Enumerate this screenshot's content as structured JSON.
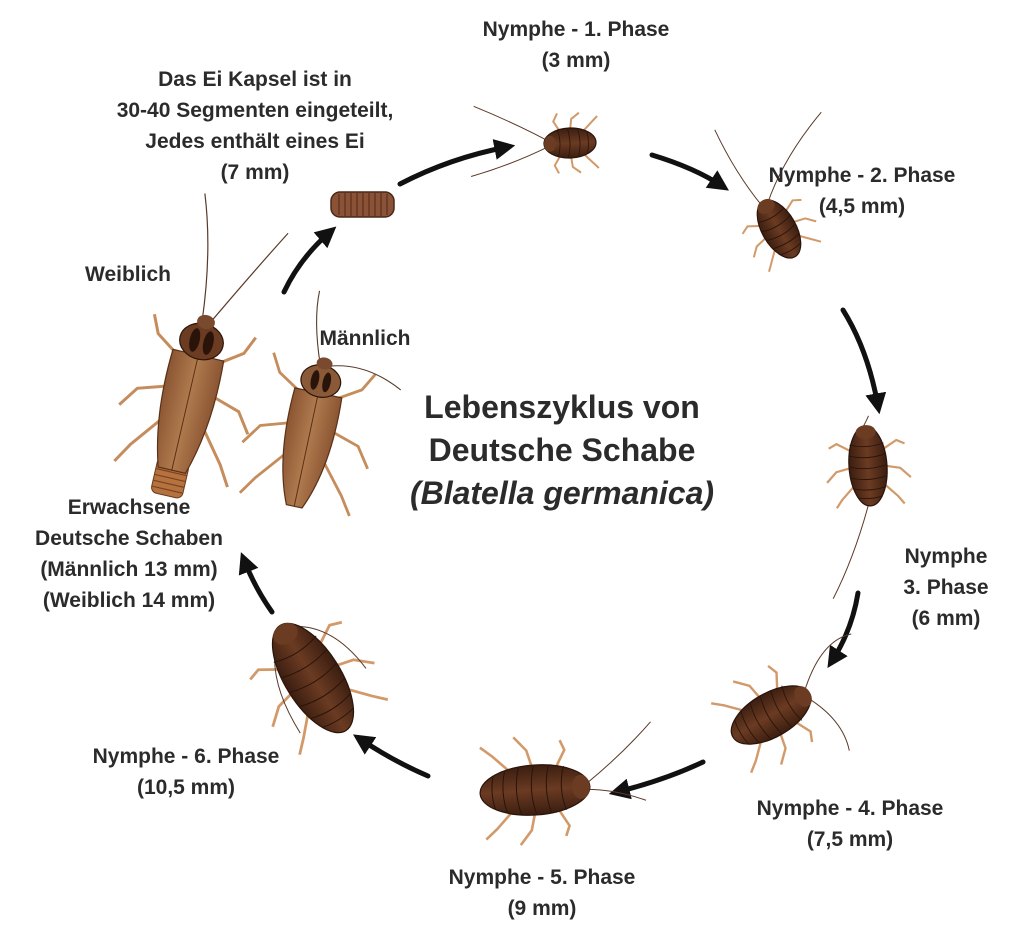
{
  "title": {
    "line1": "Lebenszyklus von",
    "line2": "Deutsche Schabe",
    "scientific": "(Blatella germanica)"
  },
  "stages": {
    "nymph1": {
      "line1": "Nymphe - 1. Phase",
      "line2": "(3 mm)"
    },
    "nymph2": {
      "line1": "Nymphe - 2. Phase",
      "line2": "(4,5 mm)"
    },
    "nymph3": {
      "line1": "Nymphe",
      "line2": "3. Phase",
      "line3": "(6 mm)"
    },
    "nymph4": {
      "line1": "Nymphe - 4. Phase",
      "line2": "(7,5 mm)"
    },
    "nymph5": {
      "line1": "Nymphe - 5. Phase",
      "line2": "(9 mm)"
    },
    "nymph6": {
      "line1": "Nymphe - 6. Phase",
      "line2": "(10,5 mm)"
    },
    "egg": {
      "line1": "Das Ei Kapsel ist in",
      "line2": "30-40 Segmenten eingeteilt,",
      "line3": "Jedes enthält eines Ei",
      "line4": "(7 mm)"
    },
    "adults": {
      "line1": "Erwachsene",
      "line2": "Deutsche Schaben",
      "line3": "(Männlich 13 mm)",
      "line4": "(Weiblich 14 mm)"
    },
    "female": "Weiblich",
    "male": "Männlich"
  },
  "colors": {
    "arrow": "#111111",
    "text": "#2b2b2b",
    "body_dark": "#4a2818",
    "body_mid": "#7a4a2e",
    "body_light": "#a8744c",
    "leg": "#d29a6a"
  }
}
